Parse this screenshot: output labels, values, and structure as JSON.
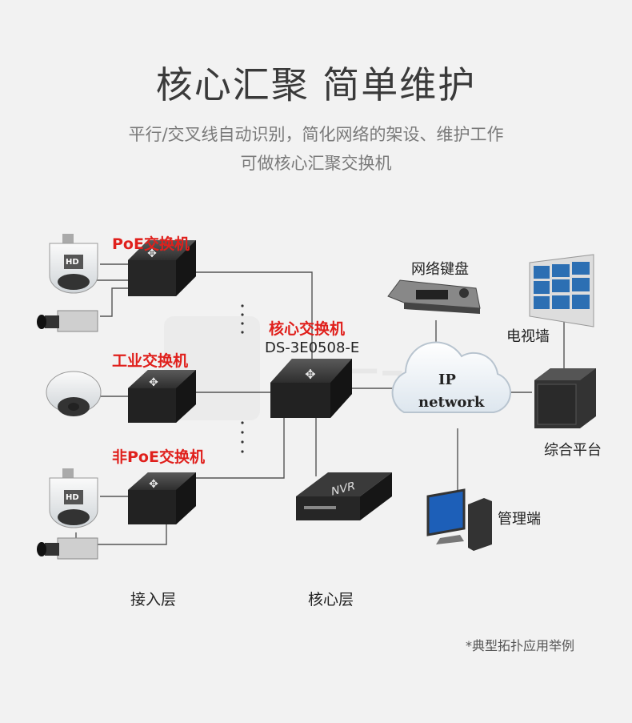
{
  "title": "核心汇聚 简单维护",
  "subtitle_line1": "平行/交叉线自动识别，简化网络的架设、维护工作",
  "subtitle_line2": "可做核心汇聚交换机",
  "switches": {
    "poe": "PoE交换机",
    "industrial": "工业交换机",
    "non_poe": "非PoE交换机",
    "core": "核心交换机",
    "core_model": "DS-3E0508-E"
  },
  "devices": {
    "keyboard": "网络键盘",
    "tv_wall": "电视墙",
    "platform": "综合平台",
    "management": "管理端",
    "nvr_label": "NVR"
  },
  "cloud": {
    "line1": "IP",
    "line2": "network"
  },
  "camera_badge": "HD",
  "layers": {
    "access": "接入层",
    "core": "核心层"
  },
  "footnote": "*典型拓扑应用举例",
  "colors": {
    "accent_red": "#e0201c",
    "switch_dark": "#2c2c2c",
    "line_gray": "#555555"
  }
}
